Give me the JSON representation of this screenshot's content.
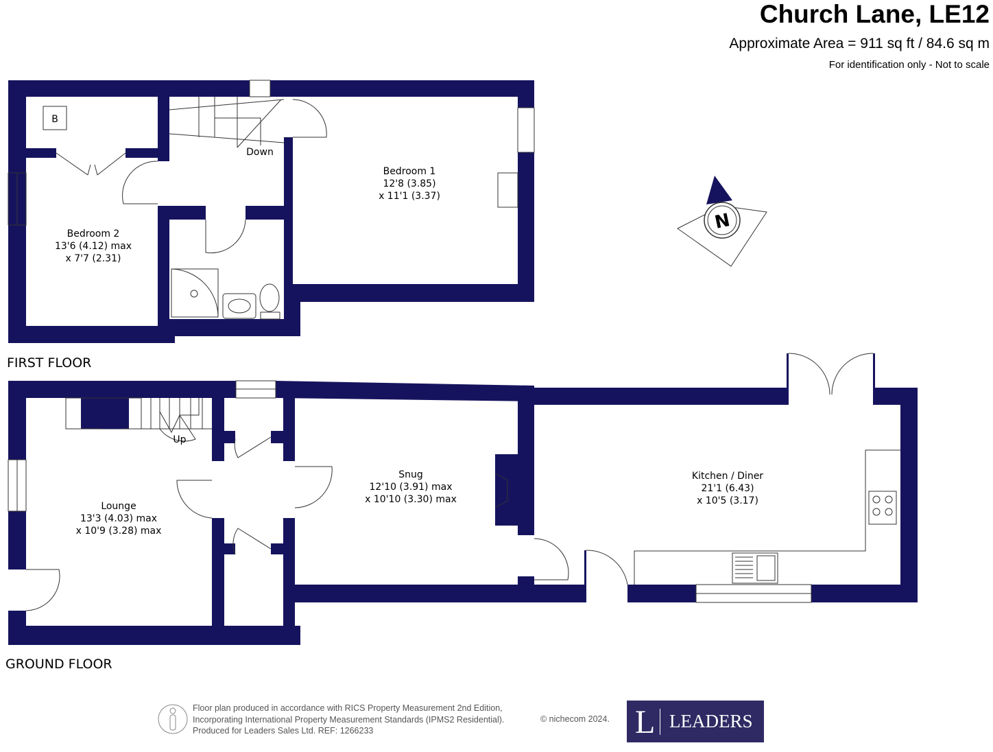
{
  "header": {
    "title": "Church Lane, LE12",
    "area": "Approximate Area = 911 sq ft / 84.6 sq m",
    "note": "For identification only - Not to scale"
  },
  "first_floor": {
    "label": "FIRST FLOOR",
    "boiler": "B",
    "stairs": "Down",
    "bedroom1": {
      "name": "Bedroom 1",
      "dim1": "12'8 (3.85)",
      "dim2": "x 11'1 (3.37)"
    },
    "bedroom2": {
      "name": "Bedroom 2",
      "dim1": "13'6 (4.12) max",
      "dim2": "x 7'7 (2.31)"
    }
  },
  "ground_floor": {
    "label": "GROUND FLOOR",
    "stairs": "Up",
    "lounge": {
      "name": "Lounge",
      "dim1": "13'3 (4.03) max",
      "dim2": "x 10'9 (3.28) max"
    },
    "snug": {
      "name": "Snug",
      "dim1": "12'10 (3.91) max",
      "dim2": "x 10'10 (3.30) max"
    },
    "kitchen": {
      "name": "Kitchen / Diner",
      "dim1": "21'1 (6.43)",
      "dim2": "x 10'5 (3.17)"
    }
  },
  "compass": {
    "label": "N"
  },
  "footer": {
    "line1": "Floor plan produced in accordance with RICS Property Measurement 2nd Edition,",
    "line2": "Incorporating International Property Measurement Standards (IPMS2 Residential).",
    "line3": "Produced for Leaders Sales Ltd.   REF:  1266233",
    "copyright": "© nichecom 2024.",
    "logo_letter": "L",
    "logo_text": "LEADERS"
  },
  "colors": {
    "wall": "#16135e",
    "logo_bg": "#2f2a63"
  }
}
